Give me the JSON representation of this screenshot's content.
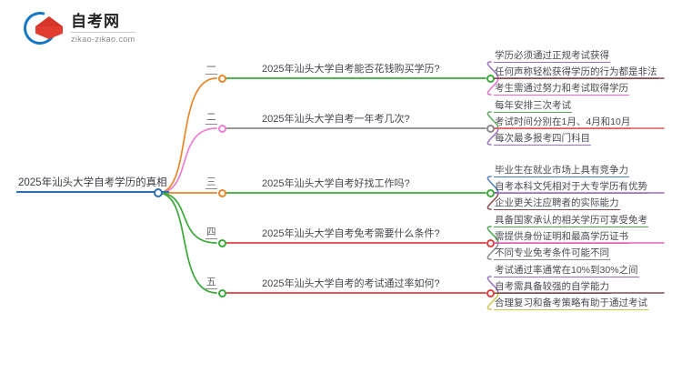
{
  "logo": {
    "name": "自考网",
    "domain": "zikao-zikao.com",
    "mark_arc_color": "#1477c4",
    "mark_cap_color": "#e23b30"
  },
  "mindmap": {
    "root": {
      "label": "2025年汕头大学自考学历的真相",
      "accent": "#2f6fb5"
    },
    "branches": [
      {
        "index_label": "一",
        "topic": "2025年汕头大学自考能否花钱购买学历?",
        "trunk_color": "#e8872a",
        "node_color": "#e8872a",
        "topic_line_color": "#3aa93a",
        "topic_node_color": "#3aa93a",
        "leaves": [
          {
            "text": "学历必须通过正规考试获得",
            "color": "#9b6fc4"
          },
          {
            "text": "任何声称轻松获得学历的行为都是非法",
            "color": "#8a4a4a"
          },
          {
            "text": "考生需通过努力和考试取得学历",
            "color": "#e06fd0"
          }
        ]
      },
      {
        "index_label": "二",
        "topic": "2025年汕头大学自考一年考几次?",
        "trunk_color": "#e87fd0",
        "node_color": "#e87fd0",
        "topic_line_color": "#8a8a8a",
        "topic_node_color": "#8a8a8a",
        "leaves": [
          {
            "text": "每年安排三次考试",
            "color": "#5aa85a"
          },
          {
            "text": "考试时间分别在1月、4月和10月",
            "color": "#e05a5a"
          },
          {
            "text": "每次最多报考四门科目",
            "color": "#9b6fc4"
          }
        ]
      },
      {
        "index_label": "三",
        "topic": "2025年汕头大学自考好找工作吗?",
        "trunk_color": "#e8872a",
        "node_color": "#e8872a",
        "topic_line_color": "#3aa93a",
        "topic_node_color": "#3aa93a",
        "leaves": [
          {
            "text": "毕业生在就业市场上具有竞争力",
            "color": "#4a7fc4"
          },
          {
            "text": "自考本科文凭相对于大专学历有优势",
            "color": "#9b6fc4"
          },
          {
            "text": "企业更关注应聘者的实际能力",
            "color": "#8a4a4a"
          }
        ]
      },
      {
        "index_label": "四",
        "topic": "2025年汕头大学自考免考需要什么条件?",
        "trunk_color": "#3aa93a",
        "node_color": "#3aa93a",
        "topic_line_color": "#e04040",
        "topic_node_color": "#e04040",
        "leaves": [
          {
            "text": "具备国家承认的相关学历可享受免考",
            "color": "#4aa84a"
          },
          {
            "text": "需提供身份证明和最高学历证书",
            "color": "#e060c0"
          },
          {
            "text": "不同专业免考条件可能不同",
            "color": "#8a8a8a"
          }
        ]
      },
      {
        "index_label": "五",
        "topic": "2025年汕头大学自考的考试通过率如何?",
        "trunk_color": "#3aa93a",
        "node_color": "#3aa93a",
        "topic_line_color": "#e04040",
        "topic_node_color": "#e04040",
        "leaves": [
          {
            "text": "考试通过率通常在10%到30%之间",
            "color": "#9b6fc4"
          },
          {
            "text": "自考需具备较强的自学能力",
            "color": "#8a4a4a"
          },
          {
            "text": "合理复习和备考策略有助于通过考试",
            "color": "#cfc44a"
          }
        ]
      }
    ]
  }
}
